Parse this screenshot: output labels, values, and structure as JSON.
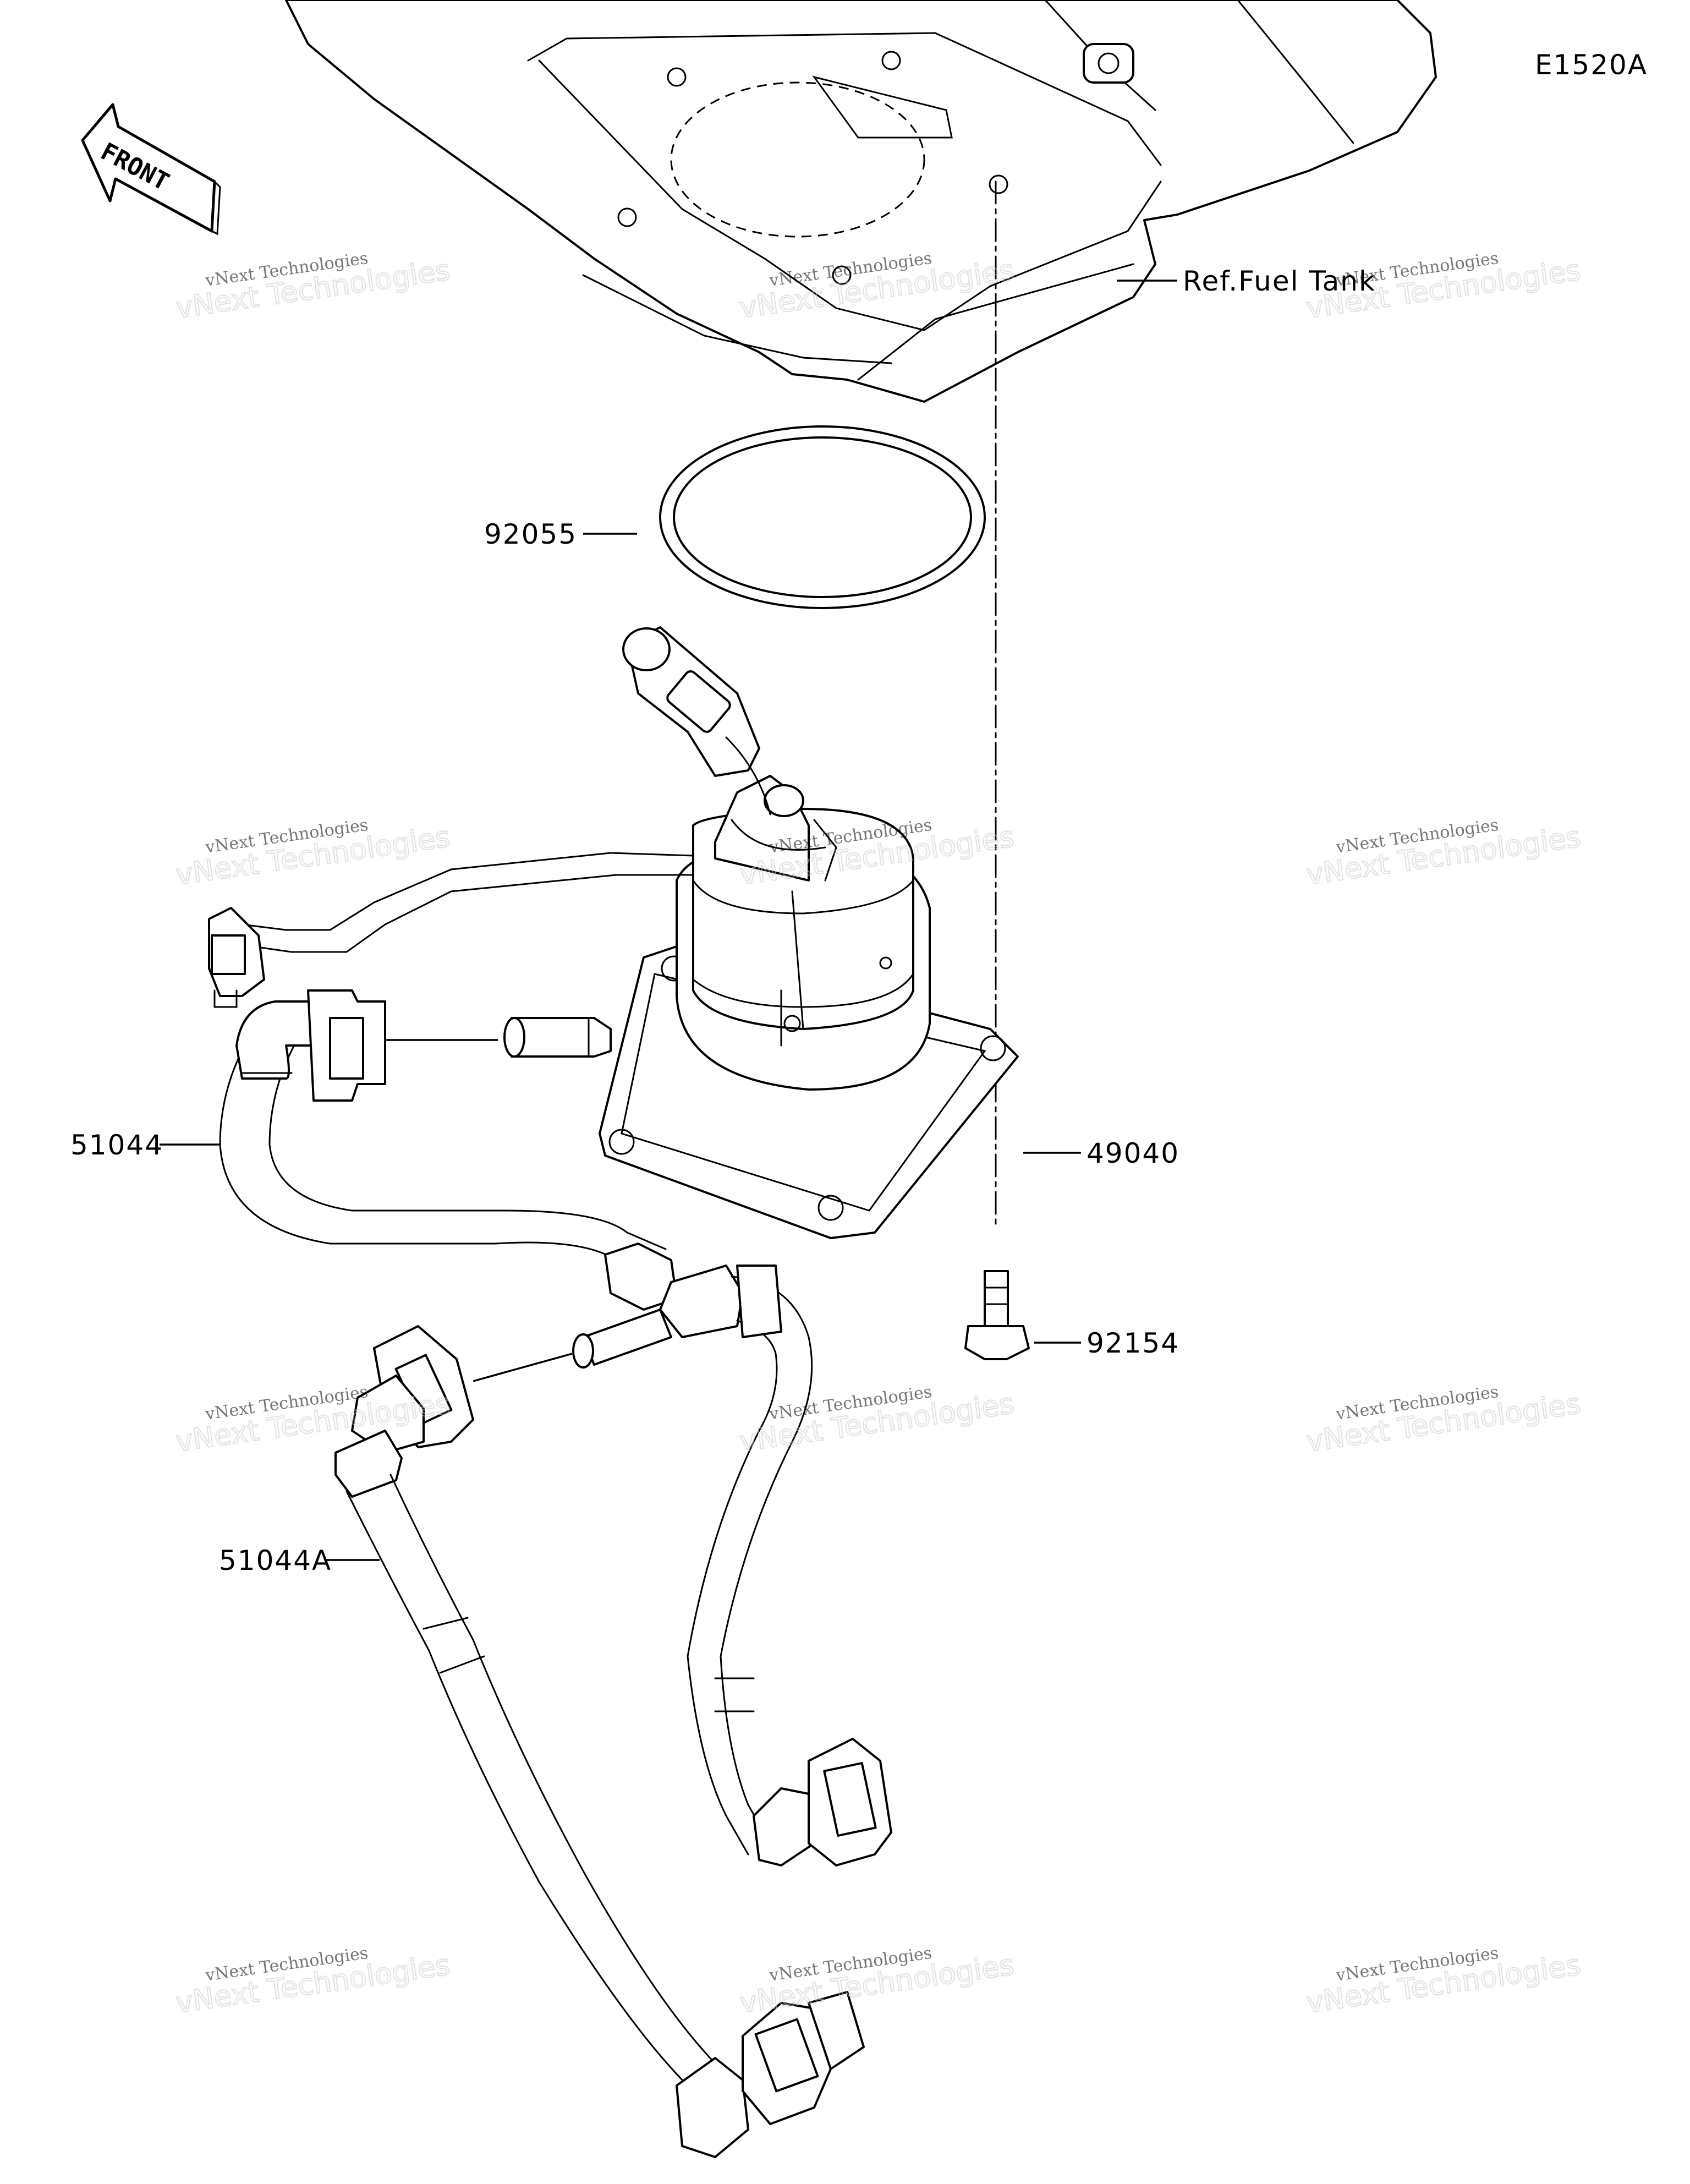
{
  "diagram_code": "E1520A",
  "front_label": "FRONT",
  "ref_label": "Ref.Fuel Tank",
  "parts": [
    {
      "part_no": "92055"
    },
    {
      "part_no": "49040"
    },
    {
      "part_no": "51044"
    },
    {
      "part_no": "92154"
    },
    {
      "part_no": "51044A"
    }
  ],
  "watermark": {
    "line1": "vNext Technologies",
    "line2": "vNext Technologies"
  },
  "colors": {
    "ink": "#000000",
    "background": "#ffffff",
    "watermark": "#c8c8c8"
  }
}
